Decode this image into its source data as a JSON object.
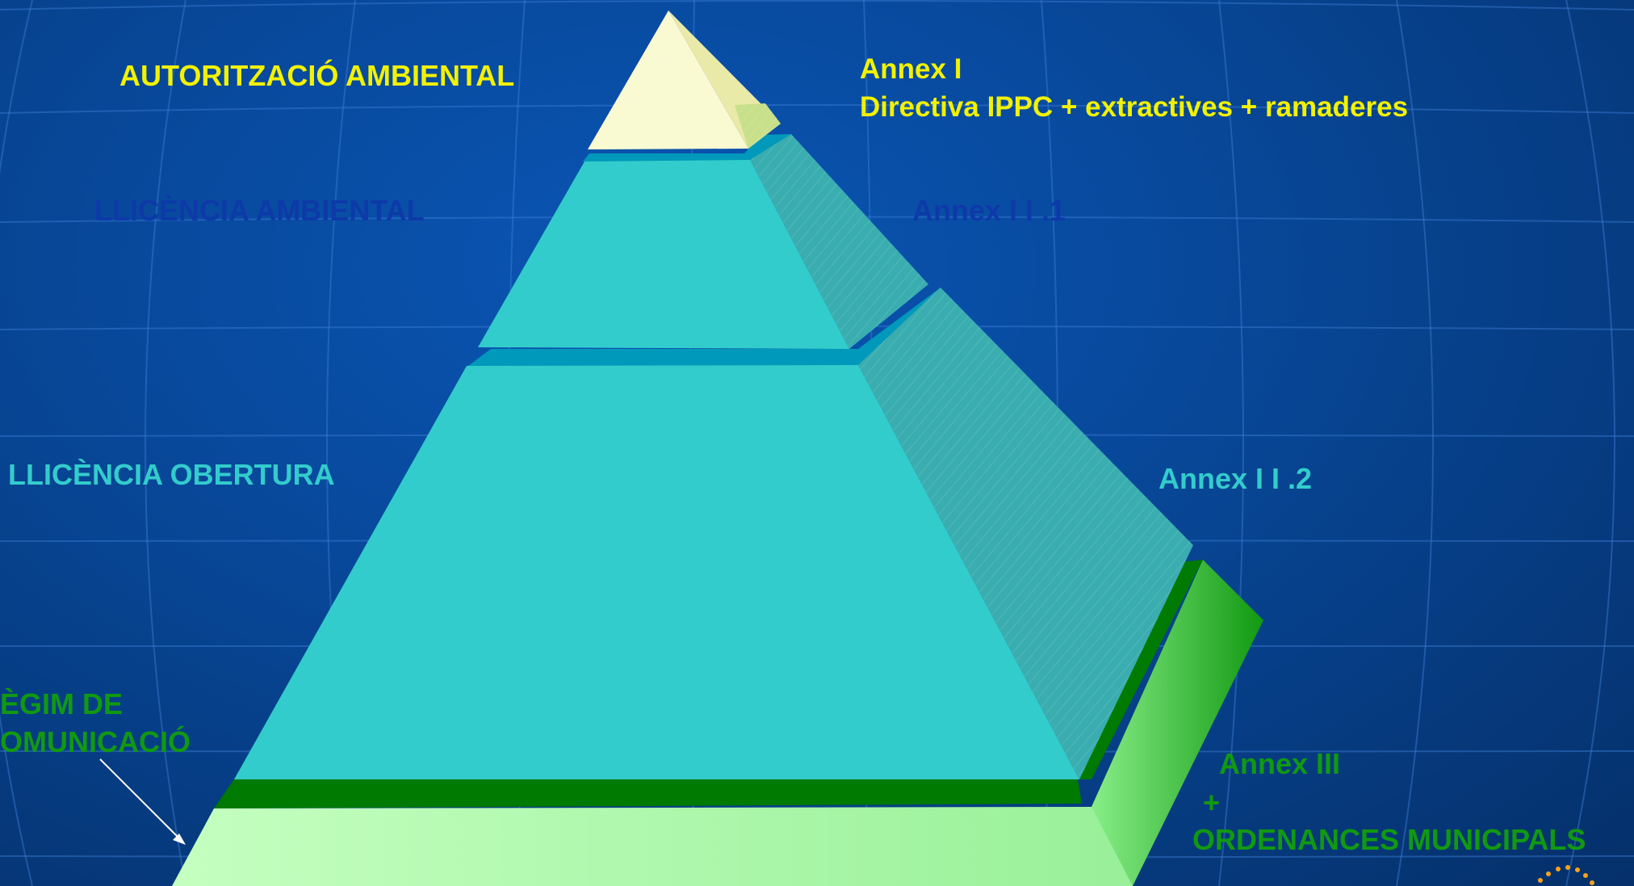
{
  "labels": {
    "autoritzacio": "AUTORITZACIÓ AMBIENTAL",
    "annex1_title": "Annex I",
    "annex1_desc": "Directiva IPPC + extractives + ramaderes",
    "llicencia_ambiental": "LLICÈNCIA AMBIENTAL",
    "annex2_1": "Annex I I .1",
    "llicencia_obertura": "LLICÈNCIA OBERTURA",
    "annex2_2": "Annex I I .2",
    "regim_line1": "ÈGIM DE",
    "regim_line2": "OMUNICACIÓ",
    "annex3": "Annex  III",
    "plus": "+",
    "ordenances": "ORDENANCES MUNICIPALS"
  },
  "colors": {
    "background": "#084a9e",
    "yellow_text": "#f2f200",
    "blue_text": "#0d3aa8",
    "cyan_text": "#33cccc",
    "green_text": "#119911",
    "apex_front": "#fafad2",
    "tier_front": "#33cccc",
    "tier_side": "#3aadb0",
    "ledge": "#0099bb",
    "base_front": "#b0ffb0",
    "base_ledge": "#007a00",
    "base_side": "#22aa22"
  }
}
